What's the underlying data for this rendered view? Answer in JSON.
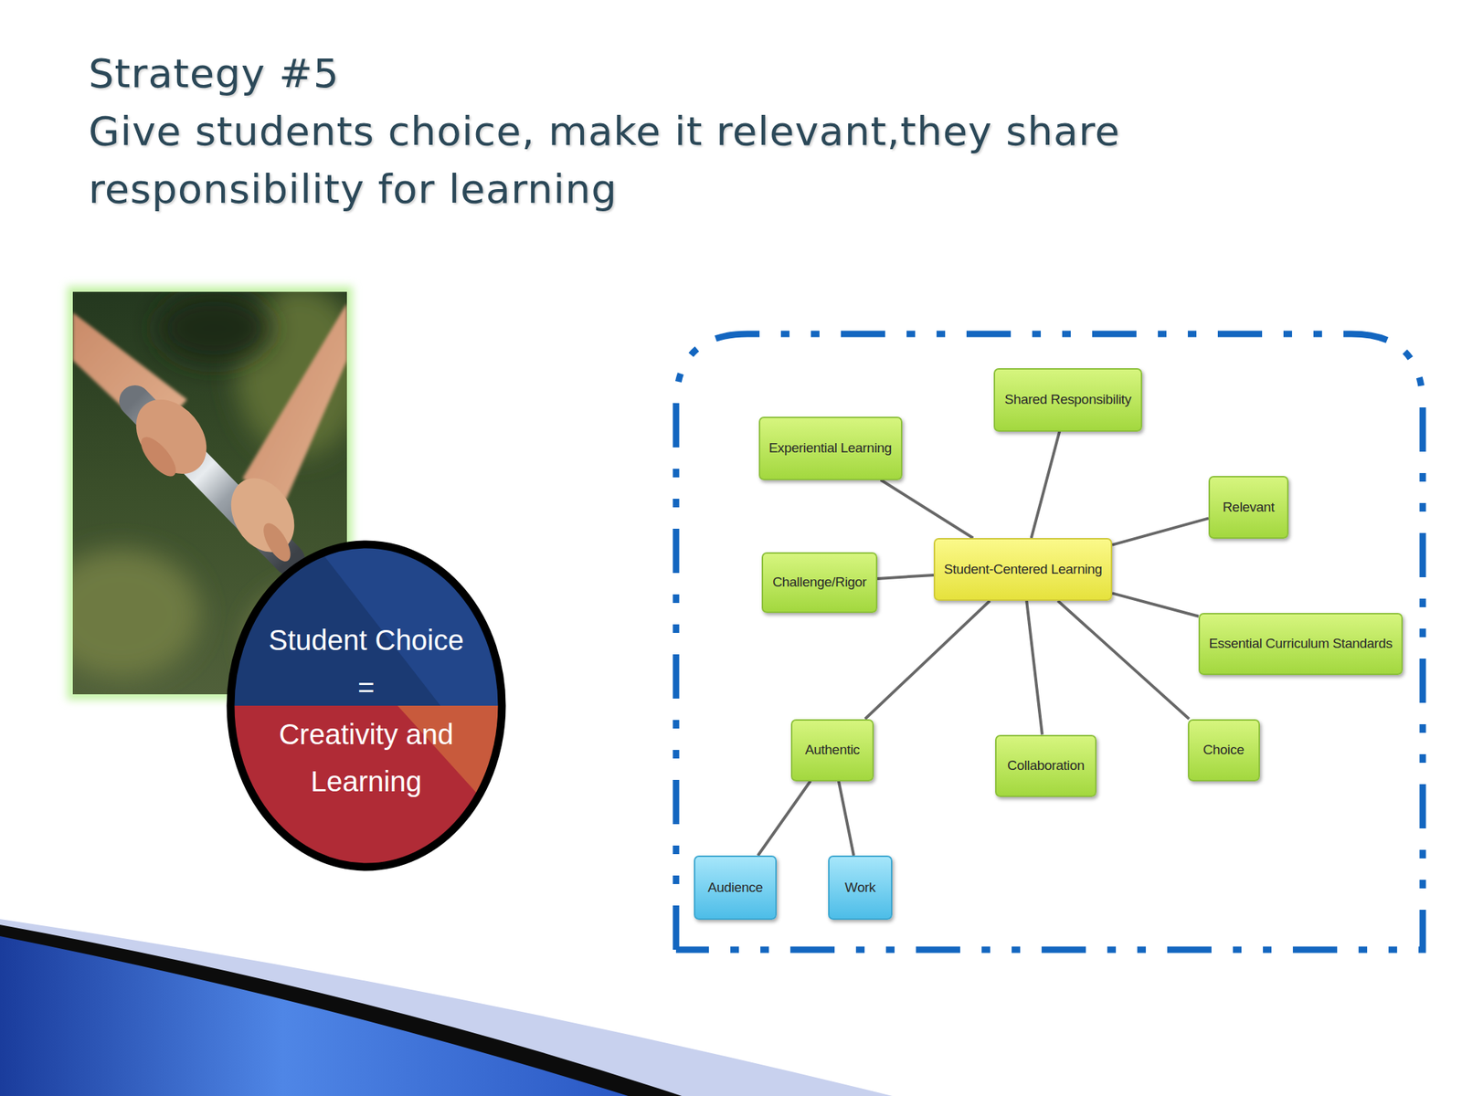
{
  "diagram": {
    "title": "Strategy #5",
    "nodes": [
      {
        "text": [
          "Student Choice",
          "=",
          "Creativity and Learning"
        ]
      },
      {
        "text": [
          "Shared Responsibility"
        ]
      },
      {
        "text": [
          "Experiential Learning"
        ]
      },
      {
        "text": [
          "Relevant"
        ]
      },
      {
        "text": [
          "Challenge/Rigor"
        ]
      },
      {
        "text": [
          "Student-Centered Learning"
        ]
      },
      {
        "text": [
          "Essential Curriculum Standards"
        ]
      },
      {
        "text": [
          "Authentic"
        ]
      },
      {
        "text": [
          "Collaboration"
        ]
      },
      {
        "text": [
          "Choice"
        ]
      },
      {
        "text": [
          "Audience"
        ]
      },
      {
        "text": [
          "Work"
        ]
      }
    ],
    "edges": [
      {
        "from": 5,
        "to": 1,
        "arrow": "none"
      },
      {
        "from": 5,
        "to": 2,
        "arrow": "none"
      },
      {
        "from": 5,
        "to": 3,
        "arrow": "none"
      },
      {
        "from": 5,
        "to": 4,
        "arrow": "none"
      },
      {
        "from": 5,
        "to": 6,
        "arrow": "none"
      },
      {
        "from": 5,
        "to": 7,
        "arrow": "none"
      },
      {
        "from": 5,
        "to": 8,
        "arrow": "none"
      },
      {
        "from": 5,
        "to": 9,
        "arrow": "none"
      },
      {
        "from": 7,
        "to": 10,
        "arrow": "none"
      },
      {
        "from": 7,
        "to": 11,
        "arrow": "none"
      }
    ],
    "labels": [
      "Give students choice, make it relevant,they share responsibility for learning"
    ]
  }
}
